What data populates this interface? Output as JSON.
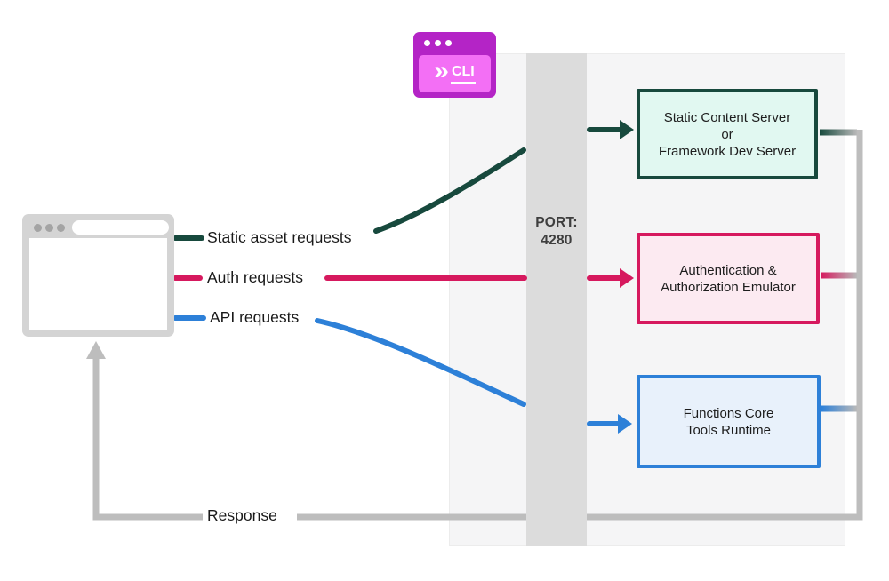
{
  "cli_badge": {
    "chevron": "»",
    "label": "CLI"
  },
  "port_label": {
    "line1": "PORT:",
    "line2": "4280"
  },
  "flow_labels": {
    "static": "Static asset requests",
    "auth": "Auth requests",
    "api": "API requests",
    "response": "Response"
  },
  "boxes": {
    "static_server": {
      "lines": [
        "Static Content Server",
        "or",
        "Framework Dev Server"
      ]
    },
    "auth_emulator": {
      "lines": [
        "Authentication &",
        "Authorization Emulator"
      ]
    },
    "functions_runtime": {
      "lines": [
        "Functions Core",
        "Tools Runtime"
      ]
    }
  },
  "colors": {
    "static_flow": "#17493d",
    "auth_flow": "#d6195e",
    "api_flow": "#2d80d8",
    "response_flow": "#bdbdbd",
    "port_band": "#dcdcdc",
    "panel_background": "#f5f5f6",
    "cli_window": "#b424c6",
    "cli_screen": "#f36ff5",
    "static_box_fill": "#e1f8f1",
    "auth_box_fill": "#fceaf1",
    "functions_box_fill": "#e8f1fb",
    "browser_frame": "#d4d4d4"
  }
}
